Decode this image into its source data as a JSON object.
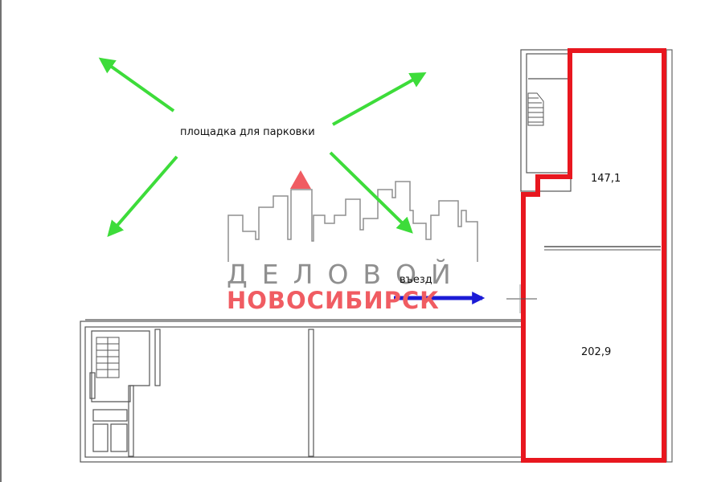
{
  "labels": {
    "parking": "площадка для парковки",
    "entrance": "въезд",
    "area_upper": "147,1",
    "area_lower": "202,9"
  },
  "watermark": {
    "line1": "ДЕЛОВОЙ",
    "line2": "НОВОСИБИРСК"
  },
  "colors": {
    "highlight": "#e8171f",
    "arrows": "#3ddc3a",
    "entrance_arrow": "#1b1bd6",
    "watermark_gray": "#8f8f8f",
    "watermark_red": "#f05c62"
  },
  "icons": {
    "stair": "stair-icon",
    "arrow": "arrow-icon",
    "logo": "city-skyline-logo"
  }
}
